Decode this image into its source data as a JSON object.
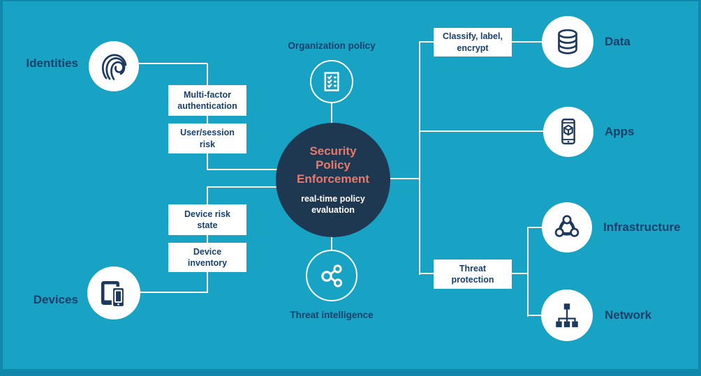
{
  "colors": {
    "background": "#18a2c4",
    "edge_border": "#1187ab",
    "navy": "#1d3a5c",
    "text_navy": "#17406b",
    "center_circle_fill": "#1e3851",
    "accent_salmon": "#e9796d",
    "white": "#ffffff"
  },
  "center": {
    "title_line1": "Security",
    "title_line2": "Policy",
    "title_line3": "Enforcement",
    "subtitle_line1": "real-time policy",
    "subtitle_line2": "evaluation"
  },
  "top_node": {
    "label": "Organization policy",
    "icon": "checklist-icon"
  },
  "bottom_node": {
    "label": "Threat intelligence",
    "icon": "share-icon"
  },
  "left_nodes": [
    {
      "label": "Identities",
      "icon": "fingerprint-icon"
    },
    {
      "label": "Devices",
      "icon": "devices-icon"
    }
  ],
  "right_nodes": [
    {
      "label": "Data",
      "icon": "database-icon"
    },
    {
      "label": "Apps",
      "icon": "mobile-app-icon"
    },
    {
      "label": "Infrastructure",
      "icon": "infrastructure-icon"
    },
    {
      "label": "Network",
      "icon": "network-icon"
    }
  ],
  "boxes": {
    "mfa": {
      "line1": "Multi-factor",
      "line2": "authentication"
    },
    "user_session_risk": {
      "line1": "User/session",
      "line2": "risk"
    },
    "device_risk_state": {
      "line1": "Device risk",
      "line2": "state"
    },
    "device_inventory": {
      "line1": "Device",
      "line2": "inventory"
    },
    "classify_label_encrypt": {
      "line1": "Classify, label,",
      "line2": "encrypt"
    },
    "threat_protection": {
      "line1": "Threat",
      "line2": "protection"
    }
  }
}
